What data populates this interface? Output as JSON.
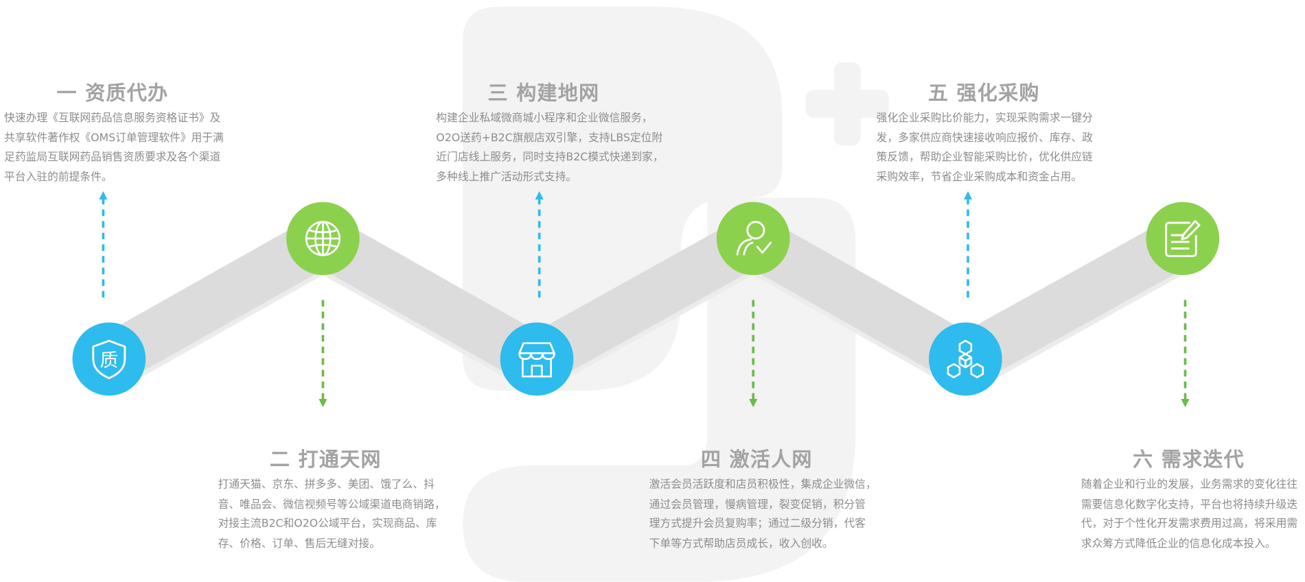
{
  "colors": {
    "top_node": "#8cd14d",
    "bottom_node": "#2ebbed",
    "up_arrow": "#2ebbed",
    "down_arrow": "#6cba4c",
    "band": "#dcdcdc",
    "watermark": "#f3f3f3",
    "title": "#a3a3a3",
    "text": "#8c8c8c"
  },
  "steps": [
    {
      "title": "一 资质代办",
      "icon": "shield-quality-icon",
      "icon_glyph": "质",
      "lines": [
        "快速办理《互联网药品信息服务资格证书》及",
        "共享软件著作权《OMS订单管理软件》用于满",
        "足药监局互联网药品销售资质要求及各个渠道",
        "平台入驻的前提条件。"
      ]
    },
    {
      "title": "二 打通天网",
      "icon": "globe-icon",
      "lines": [
        "打通天猫、京东、拼多多、美团、饿了么、抖",
        "音、唯品会、微信视频号等公域渠道电商销路，",
        "对接主流B2C和O2O公域平台，实现商品、库",
        "存、价格、订单、售后无缝对接。"
      ]
    },
    {
      "title": "三 构建地网",
      "icon": "storefront-icon",
      "lines": [
        "构建企业私域微商城小程序和企业微信服务，",
        "O2O送药+B2C旗舰店双引擎，支持LBS定位附",
        "近门店线上服务，同时支持B2C模式快递到家，",
        "多种线上推广活动形式支持。"
      ]
    },
    {
      "title": "四 激活人网",
      "icon": "user-check-icon",
      "lines": [
        "激活会员活跃度和店员积极性，集成企业微信，",
        "通过会员管理，慢病管理，裂变促销，积分管",
        "理方式提升会员复购率；通过二级分销，代客",
        "下单等方式帮助店员成长，收入创收。"
      ]
    },
    {
      "title": "五 强化采购",
      "icon": "cubes-icon",
      "lines": [
        "强化企业采购比价能力，实现采购需求一键分",
        "发，多家供应商快速接收响应报价、库存、政",
        "策反馈，帮助企业智能采购比价，优化供应链",
        "采购效率，节省企业采购成本和资金占用。"
      ]
    },
    {
      "title": "六 需求迭代",
      "icon": "edit-document-icon",
      "lines": [
        "随着企业和行业的发展，业务需求的变化往往",
        "需要信息化数字化支持，平台也将持续升级迭",
        "代，对于个性化开发需求费用过高，将采用需",
        "求众筹方式降低企业的信息化成本投入。"
      ]
    }
  ]
}
